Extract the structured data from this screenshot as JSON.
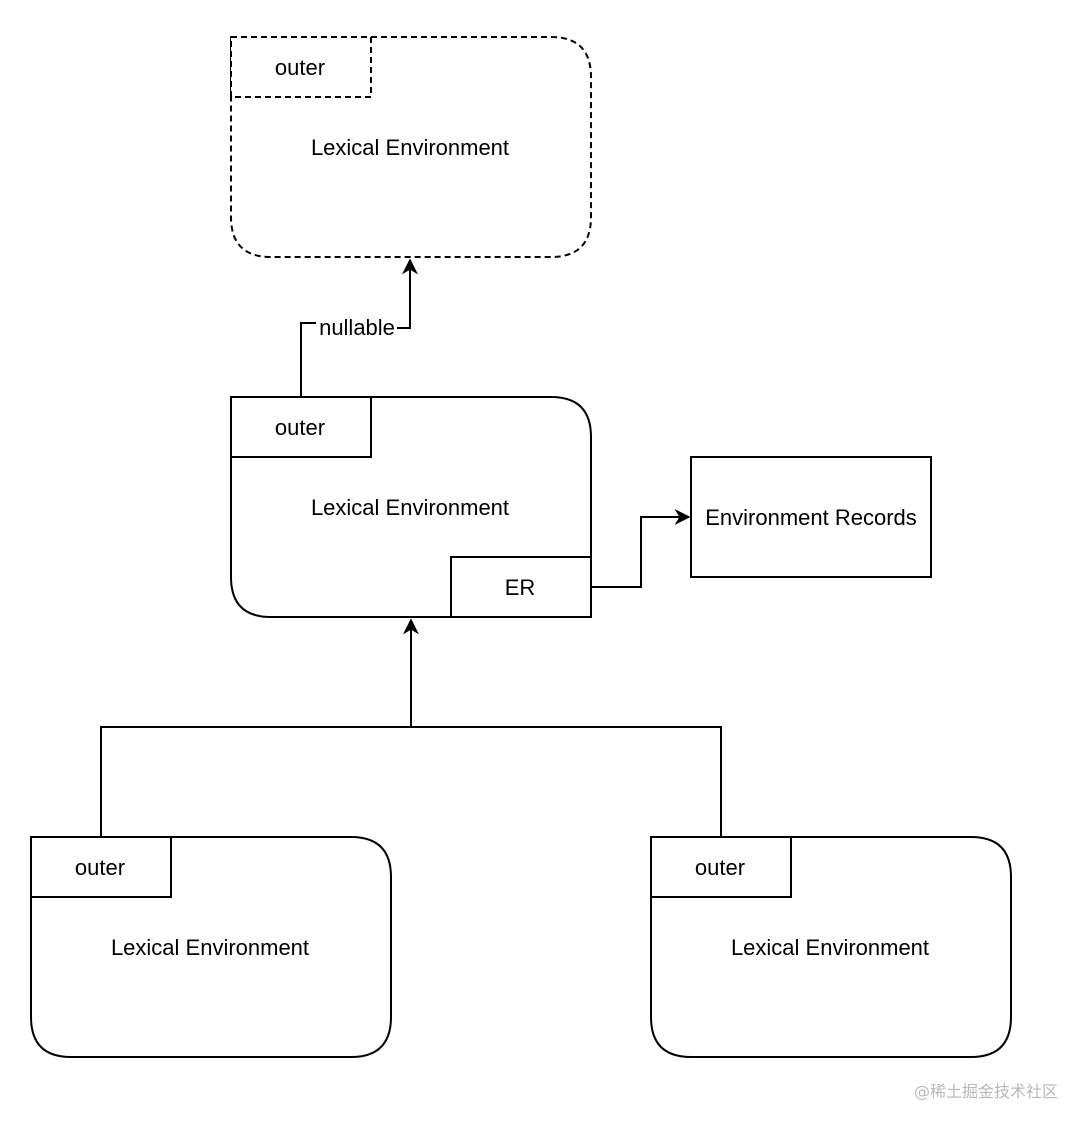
{
  "diagram": {
    "top_env": {
      "outer_label": "outer",
      "title": "Lexical Environment"
    },
    "edge_label": "nullable",
    "middle_env": {
      "outer_label": "outer",
      "title": "Lexical Environment",
      "er_label": "ER"
    },
    "records": {
      "label": "Environment Records"
    },
    "left_env": {
      "outer_label": "outer",
      "title": "Lexical Environment"
    },
    "right_env": {
      "outer_label": "outer",
      "title": "Lexical Environment"
    }
  },
  "watermark": "@稀土掘金技术社区",
  "colors": {
    "stroke": "#000000",
    "background": "#ffffff",
    "watermark": "#b8b8b8"
  }
}
